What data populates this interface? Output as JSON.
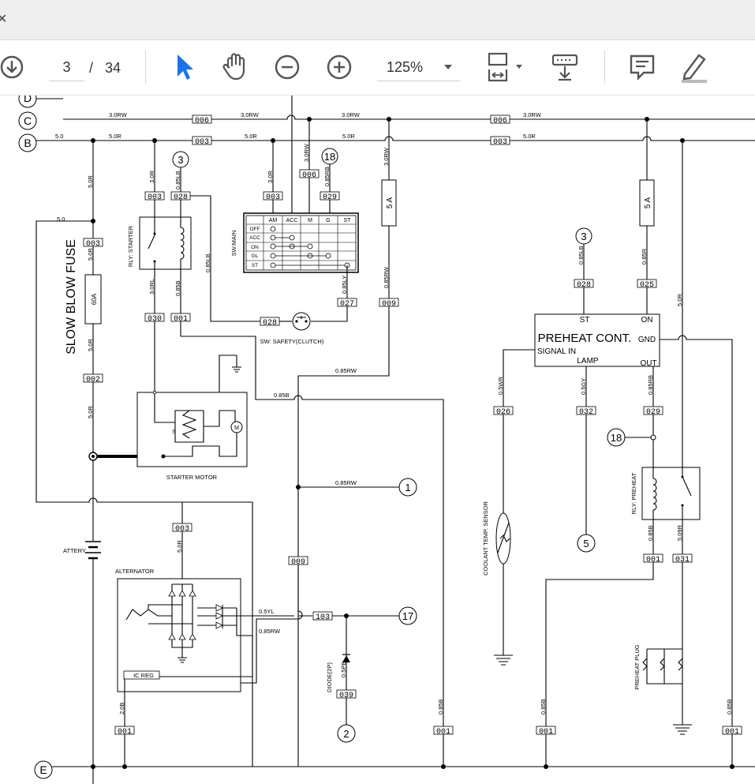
{
  "toolbar": {
    "page_current": "3",
    "page_separator": "/",
    "page_total": "34",
    "zoom": "125%"
  },
  "diagram": {
    "rows": {
      "C": "C",
      "B": "B",
      "D": "D",
      "E": "E"
    },
    "wire": {
      "w3_0rw": "3.0RW",
      "w5_0r": "5.0R",
      "w5_0": "5.0",
      "w3_0r": "3.0R",
      "w0_85lb": "0.85LB",
      "w0_85rb": "0.85RB",
      "w3_0rl": "3.0RL",
      "w0_85b": "0.85B",
      "w0_85ly": "0.85LY",
      "w0_85rw": "0.85RW",
      "w0_85r": "0.85R",
      "w0_5wr": "0.5WR",
      "w0_5gy": "0.5GY",
      "w5_09r": "5.09R",
      "w2_0b": "2.0B",
      "w0_5yl": "0.5YL",
      "w0_5pb": "0.5PB"
    },
    "conn": {
      "c006": "006",
      "c003": "003",
      "c028": "028",
      "c029": "029",
      "c027": "027",
      "c009": "009",
      "c030": "030",
      "c001": "001",
      "c002": "002",
      "c025": "025",
      "c026": "026",
      "c032": "032",
      "c031": "031",
      "c103": "103",
      "c039": "039"
    },
    "refs": {
      "r3": "3",
      "r18": "18",
      "r1": "1",
      "r17": "17",
      "r2": "2",
      "r5": "5"
    },
    "labels": {
      "slow_blow_fuse": "SLOW BLOW FUSE",
      "fuse_60a": "60A",
      "fuse_5a": "5 A",
      "rly_starter": "RLY: STARTER",
      "sw_main": "SW:MAIN",
      "sw_safety": "SW: SAFETY(CLUTCH)",
      "starter_motor": "STARTER MOTOR",
      "battery": "ATTERY",
      "alternator": "ALTERNATOR",
      "ic_reg": "IC REG",
      "diode": "DIODE(2P)",
      "coolant_sensor": "COOLANT TEMP. SENSOR",
      "rly_preheat": "RLY: PREHEAT",
      "preheat_plug": "PREHEAT PLUG",
      "preheat_cont": "PREHEAT CONT.",
      "pc_st": "ST",
      "pc_on": "ON",
      "pc_gnd": "GND",
      "pc_signal": "SIGNAL IN",
      "pc_lamp": "LAMP",
      "pc_out": "OUT",
      "motor_m": "M",
      "relay_s": "S"
    },
    "switch_table": {
      "cols": [
        "AM",
        "ACC",
        "M",
        "G",
        "ST"
      ],
      "rows": [
        "OFF",
        "ACC",
        "ON",
        "GL",
        "ST"
      ]
    }
  }
}
